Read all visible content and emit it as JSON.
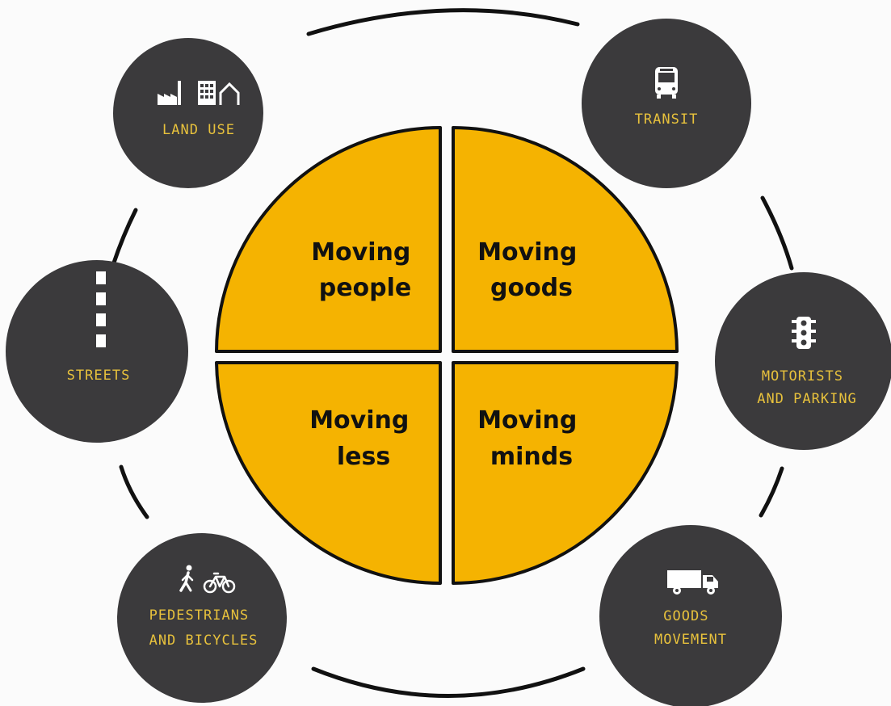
{
  "colors": {
    "accent": "#f5b301",
    "node_fill": "#3b3a3c",
    "node_text": "#e7c13c",
    "icon": "#ffffff",
    "quadrant_fill": "#f5b301",
    "quadrant_stroke": "#111111",
    "ring": "#111111"
  },
  "quadrants": [
    {
      "id": "people",
      "line1": "Moving",
      "line2": "people"
    },
    {
      "id": "goods",
      "line1": "Moving",
      "line2": "goods"
    },
    {
      "id": "less",
      "line1": "Moving",
      "line2": "less"
    },
    {
      "id": "minds",
      "line1": "Moving",
      "line2": "minds"
    }
  ],
  "nodes": [
    {
      "id": "land-use",
      "icon": "buildings-icon",
      "lines": [
        "LAND USE"
      ]
    },
    {
      "id": "transit",
      "icon": "bus-icon",
      "lines": [
        "TRANSIT"
      ]
    },
    {
      "id": "streets",
      "icon": "road-marking-icon",
      "lines": [
        "STREETS"
      ]
    },
    {
      "id": "motorists",
      "icon": "traffic-light-icon",
      "lines": [
        "MOTORISTS",
        "AND PARKING"
      ]
    },
    {
      "id": "pedestrians",
      "icon": "pedestrian-bicycle-icon",
      "lines": [
        "PEDESTRIANS",
        "AND BICYCLES"
      ]
    },
    {
      "id": "goods",
      "icon": "truck-icon",
      "lines": [
        "GOODS",
        "MOVEMENT"
      ]
    }
  ]
}
